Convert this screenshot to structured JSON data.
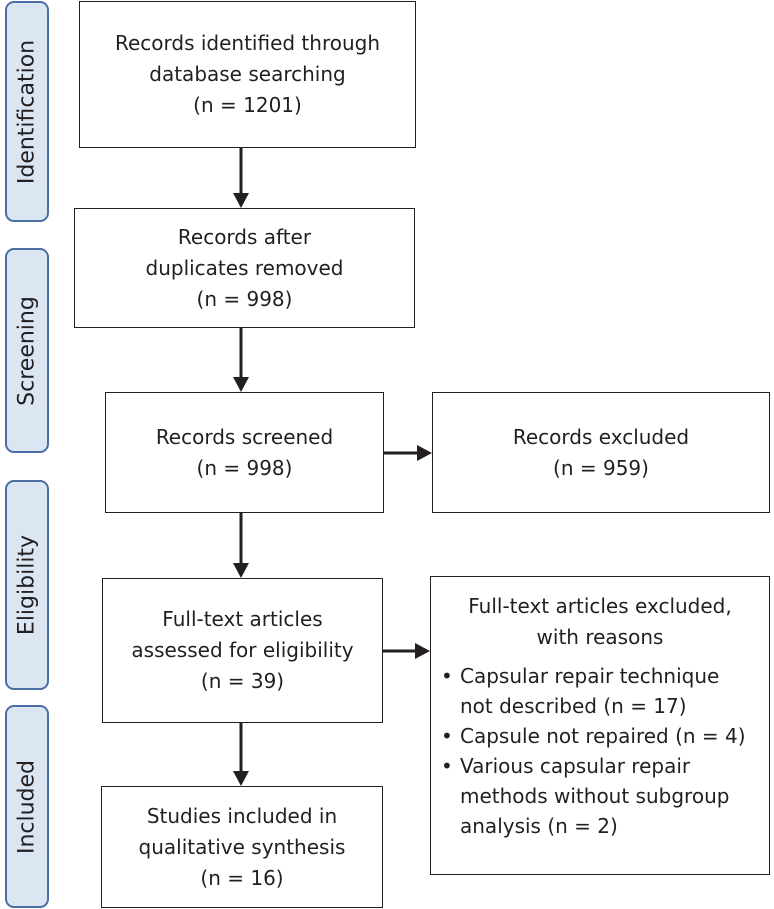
{
  "stages": [
    {
      "id": "identification",
      "label": "Identification"
    },
    {
      "id": "screening",
      "label": "Screening"
    },
    {
      "id": "eligibility",
      "label": "Eligibility"
    },
    {
      "id": "included",
      "label": "Included"
    }
  ],
  "boxes": {
    "identified": {
      "lines": [
        "Records identified through",
        "database searching",
        "(n = 1201)"
      ]
    },
    "deduplicated": {
      "lines": [
        "Records after",
        "duplicates removed",
        "(n = 998)"
      ]
    },
    "screened": {
      "lines": [
        "Records screened",
        "(n = 998)"
      ]
    },
    "excluded": {
      "lines": [
        "Records excluded",
        "(n = 959)"
      ]
    },
    "fulltext": {
      "lines": [
        "Full-text articles",
        "assessed for eligibility",
        "(n = 39)"
      ]
    },
    "fulltext_excluded": {
      "heading": [
        "Full-text articles excluded,",
        "with reasons"
      ],
      "reasons": [
        {
          "lines": [
            "Capsular repair technique",
            "not described (n = 17)"
          ]
        },
        {
          "lines": [
            "Capsule not repaired (n = 4)"
          ]
        },
        {
          "lines": [
            "Various capsular repair",
            "methods without subgroup",
            "analysis (n = 2)"
          ]
        }
      ]
    },
    "included": {
      "lines": [
        "Studies included in",
        "qualitative synthesis",
        "(n = 16)"
      ]
    }
  },
  "colors": {
    "stage_fill": "#dce6f2",
    "stage_border": "#4a6fa5",
    "box_border": "#231f20",
    "arrow": "#231f20"
  }
}
